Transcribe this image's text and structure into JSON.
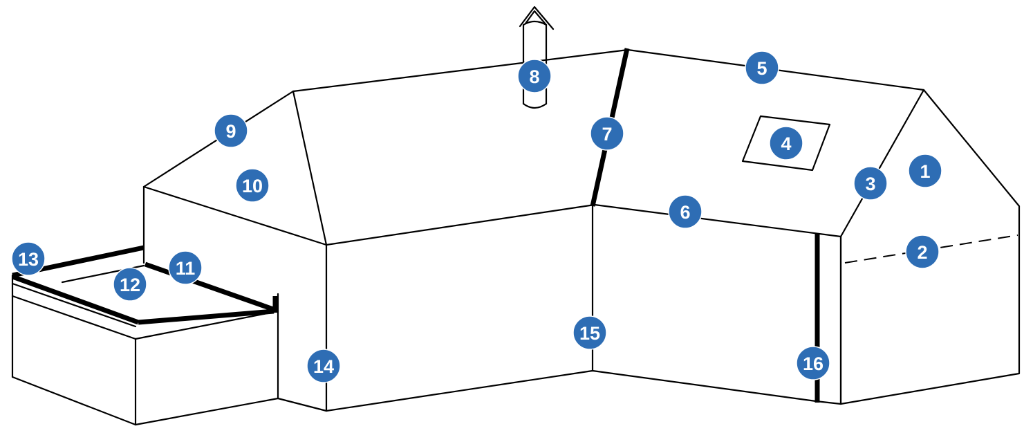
{
  "diagram": {
    "type": "house-roof-parts",
    "marker_color": "#2e6db4",
    "markers": [
      "1",
      "2",
      "3",
      "4",
      "5",
      "6",
      "7",
      "8",
      "9",
      "10",
      "11",
      "12",
      "13",
      "14",
      "15",
      "16"
    ]
  }
}
